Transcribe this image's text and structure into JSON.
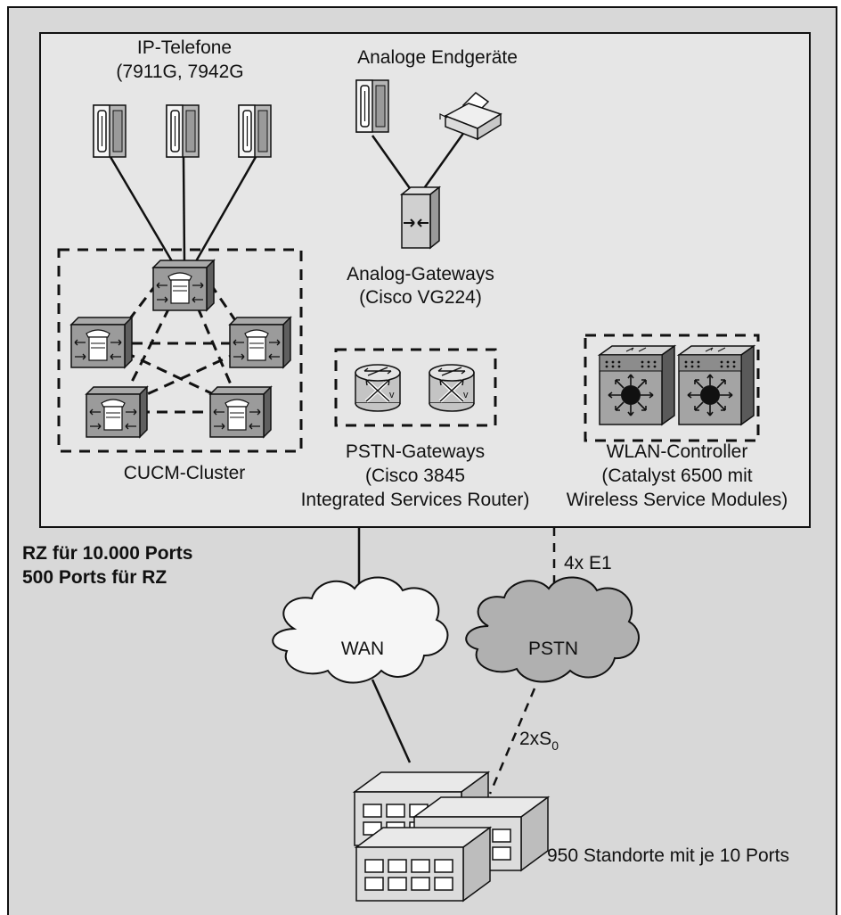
{
  "labels": {
    "ip_phones_title": "IP-Telefone",
    "ip_phones_models": "(7911G, 7942G",
    "analog_endpoints": "Analoge Endgeräte",
    "analog_gw_title": "Analog-Gateways",
    "analog_gw_model": "(Cisco VG224)",
    "cucm_cluster": "CUCM-Cluster",
    "pstn_gw_title": "PSTN-Gateways",
    "pstn_gw_line2": "(Cisco 3845",
    "pstn_gw_line3": "Integrated Services Router)",
    "wlan_title": "WLAN-Controller",
    "wlan_line2": "(Catalyst 6500 mit",
    "wlan_line3": "Wireless Service Modules)",
    "rz_line1": "RZ für 10.000 Ports",
    "rz_line2": "500 Ports für RZ",
    "e1_link": "4x E1",
    "wan": "WAN",
    "pstn": "PSTN",
    "s0_prefix": "2xS",
    "s0_sub": "0",
    "sites": "950 Standorte mit je 10 Ports"
  },
  "colors": {
    "outer_background": "#d8d8d8",
    "inner_background": "#e6e6e6",
    "device_face": "#bdbdbd",
    "device_dark": "#6e6e6e",
    "phone_body": "#e8e8e8"
  }
}
